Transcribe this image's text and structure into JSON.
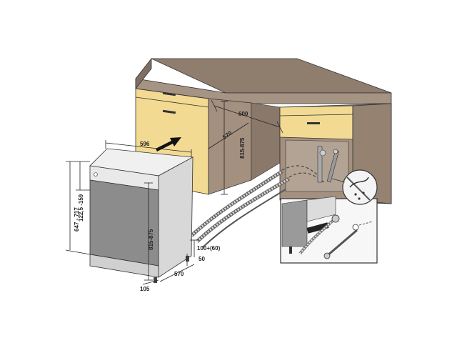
{
  "dimensions": {
    "cabinet_width": "600",
    "cabinet_depth": "570",
    "cabinet_height": "815-875",
    "appliance_width": "596",
    "appliance_height": "815-875",
    "appliance_total_height": "647 - 717",
    "plinth_height": "122,5 -159",
    "plinth_offset": "100+(60)",
    "plinth_gap": "50",
    "appliance_depth": "570",
    "front_offset": "105"
  },
  "colors": {
    "countertop": "#9b8878",
    "cabinet_body": "#a3907f",
    "drawer_front": "#f4dc95",
    "appliance_body": "#e6e6e6",
    "appliance_front": "#8c8c8c",
    "inset_frame": "#333333"
  },
  "icons": {
    "insert_arrow": "arrow-icon",
    "water_tap": "tap-icon",
    "hoses": "hose-icon"
  }
}
